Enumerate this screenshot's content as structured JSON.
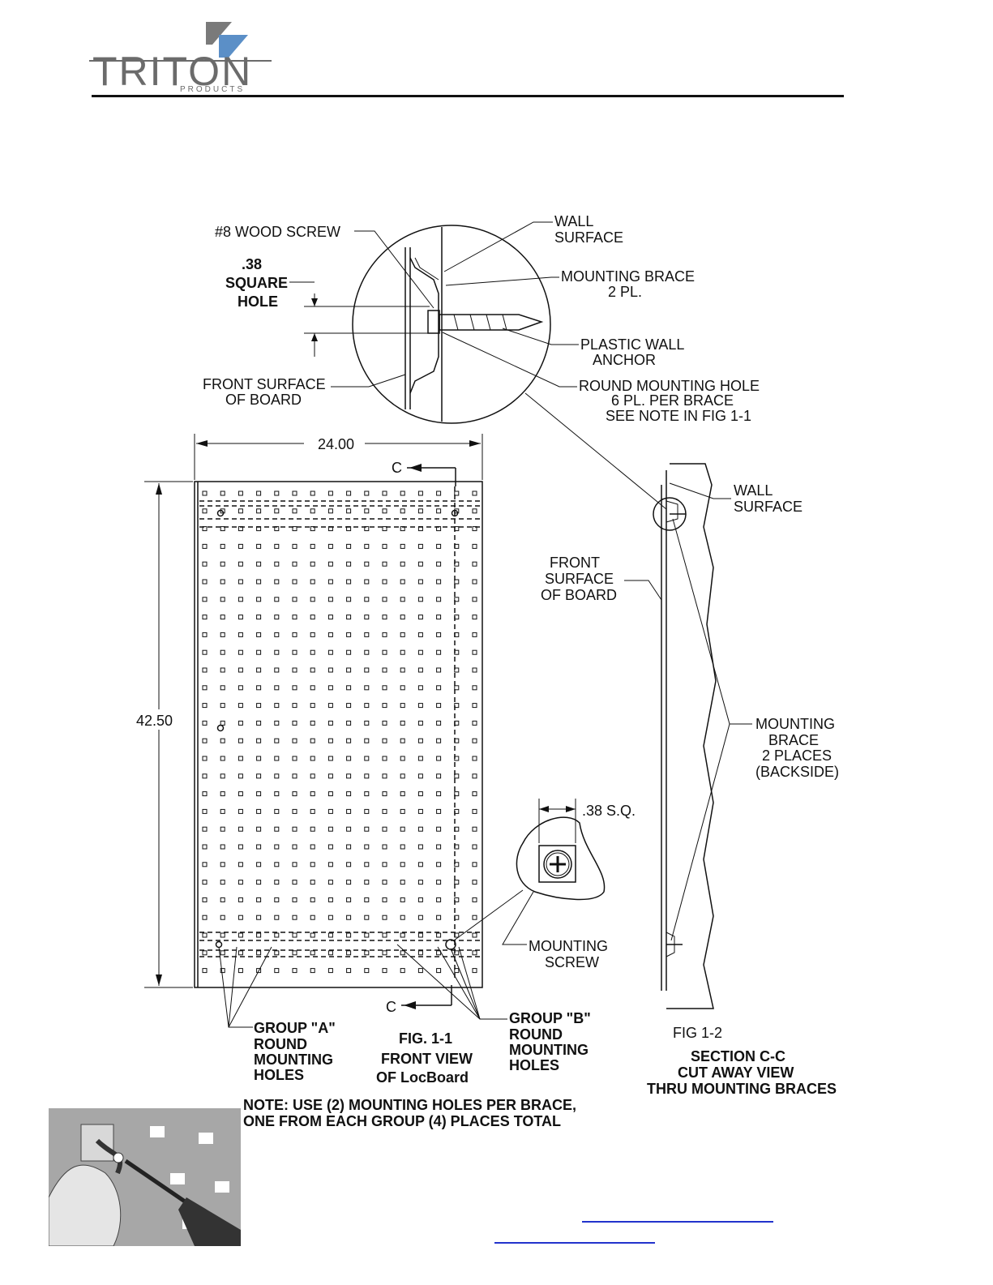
{
  "brand": {
    "name": "TRITON",
    "sub": "PRODUCTS",
    "gray": "#6b6b6b",
    "blue": "#5b8fc7"
  },
  "labels": {
    "wood_screw": "#8 WOOD SCREW",
    "sq_hole_1": ".38",
    "sq_hole_2": "SQUARE",
    "sq_hole_3": "HOLE",
    "front_surface_1": "FRONT SURFACE",
    "front_surface_2": "OF BOARD",
    "wall_surface_1": "WALL",
    "wall_surface_2": "SURFACE",
    "mounting_brace_1": "MOUNTING BRACE",
    "mounting_brace_2": "2 PL.",
    "plastic_anchor_1": "PLASTIC WALL",
    "plastic_anchor_2": "ANCHOR",
    "round_hole_1": "ROUND MOUNTING HOLE",
    "round_hole_2": "6 PL. PER BRACE",
    "round_hole_3": "SEE NOTE IN FIG 1-1",
    "width_dim": "24.00",
    "height_dim": "42.50",
    "section_mark": "C",
    "wall_surface_r1": "WALL",
    "wall_surface_r2": "SURFACE",
    "front_surface_r1": "FRONT",
    "front_surface_r2": "SURFACE",
    "front_surface_r3": "OF BOARD",
    "brace_r1": "MOUNTING",
    "brace_r2": "BRACE",
    "brace_r3": "2 PLACES",
    "brace_r4": "(BACKSIDE)",
    "sq_dim": ".38 S.Q.",
    "mount_screw_1": "MOUNTING",
    "mount_screw_2": "SCREW",
    "group_a_1": "GROUP \"A\"",
    "group_a_2": "ROUND",
    "group_a_3": "MOUNTING",
    "group_a_4": "HOLES",
    "fig11_1": "FIG. 1-1",
    "fig11_2": "FRONT VIEW",
    "fig11_3": "OF LocBoard",
    "group_b_1": "GROUP \"B\"",
    "group_b_2": "ROUND",
    "group_b_3": "MOUNTING",
    "group_b_4": "HOLES",
    "fig12": "FIG 1-2",
    "section_1": "SECTION C-C",
    "section_2": "CUT AWAY VIEW",
    "section_3": "THRU MOUNTING BRACES",
    "note_1": "NOTE: USE (2) MOUNTING HOLES PER BRACE,",
    "note_2": "ONE FROM EACH GROUP (4) PLACES TOTAL"
  }
}
